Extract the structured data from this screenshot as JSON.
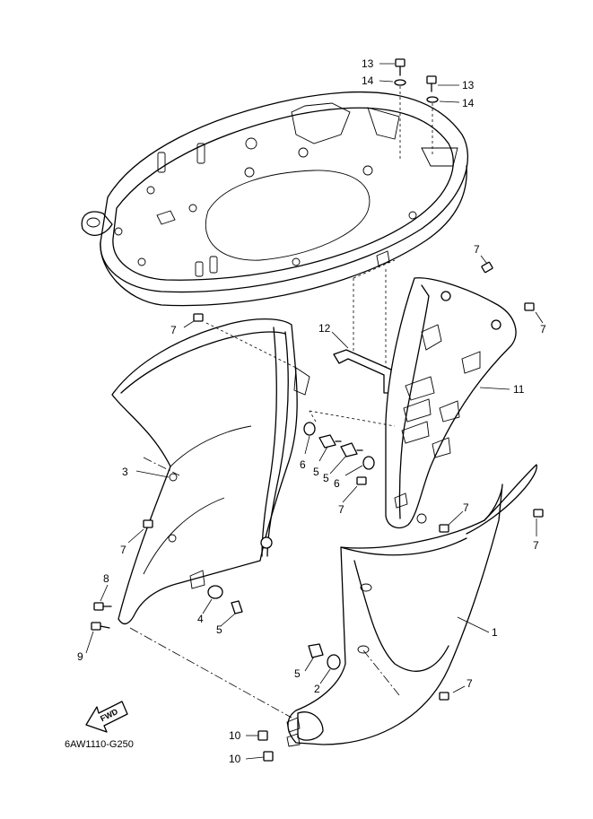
{
  "diagram": {
    "code": "6AW1110-G250",
    "direction_label": "FWD",
    "callouts": [
      "13",
      "14",
      "13",
      "14",
      "7",
      "7",
      "7",
      "12",
      "11",
      "3",
      "6",
      "5",
      "5",
      "6",
      "7",
      "7",
      "7",
      "8",
      "9",
      "4",
      "5",
      "1",
      "5",
      "2",
      "7",
      "10",
      "10"
    ]
  }
}
